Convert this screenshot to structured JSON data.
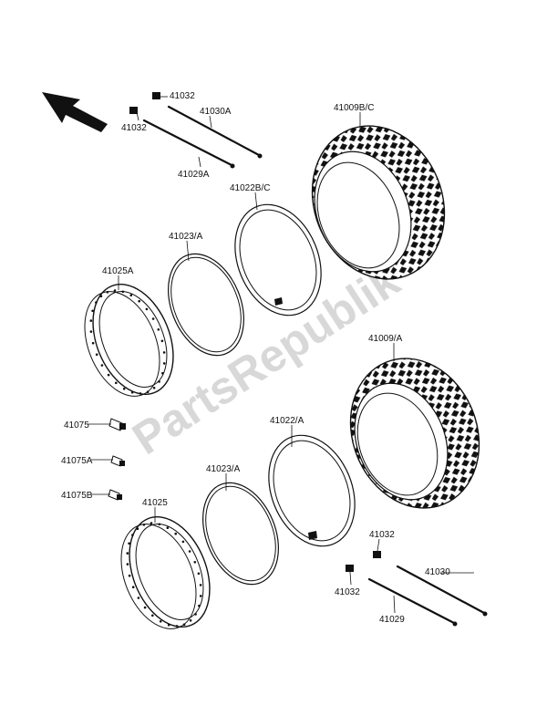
{
  "watermark": "PartsRepublik",
  "labels": {
    "p41032_a": "41032",
    "p41030A": "41030A",
    "p41032_b": "41032",
    "p41029A": "41029A",
    "p41009BC": "41009B/C",
    "p41022BC": "41022B/C",
    "p41023A_top": "41023/A",
    "p41025A": "41025A",
    "p41009A": "41009/A",
    "p41075": "41075",
    "p41022A": "41022/A",
    "p41075A": "41075A",
    "p41023A_bottom": "41023/A",
    "p41075B": "41075B",
    "p41025": "41025",
    "p41032_c": "41032",
    "p41030": "41030",
    "p41032_d": "41032",
    "p41029": "41029"
  },
  "icons": {
    "direction_arrow": "direction-arrow-icon"
  }
}
